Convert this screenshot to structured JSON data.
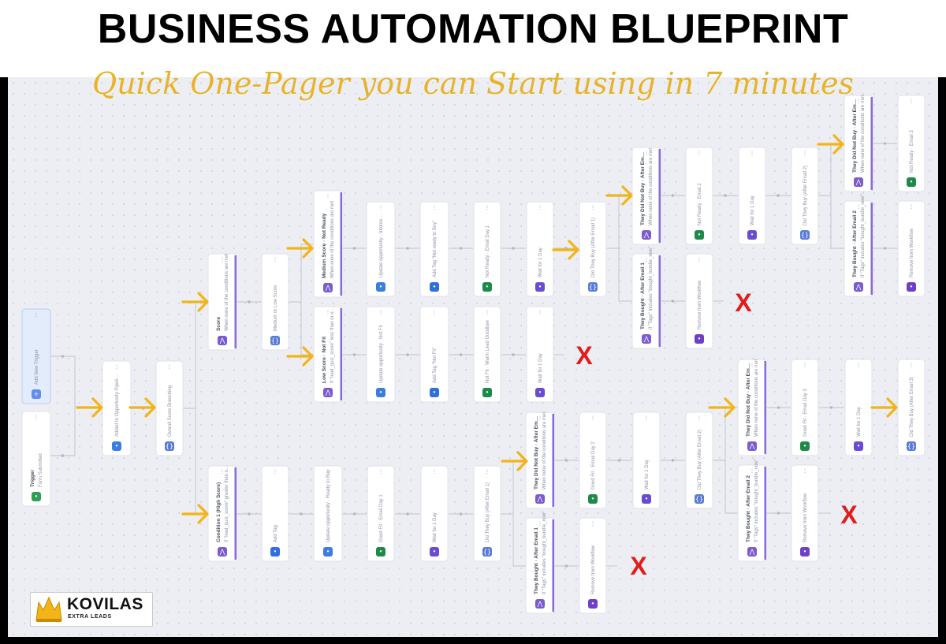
{
  "header": {
    "title": "BUSINESS AUTOMATION BLUEPRINT",
    "subtitle": "Quick One-Pager you can Start using in 7 minutes"
  },
  "logo": {
    "name": "KOVILAS",
    "tagline": "EXTRA LEADS"
  },
  "colors": {
    "arrow": "#f2b416",
    "stop_mark": "#e21b1b",
    "node_border": "#dfe2ea",
    "condition_accent": "#8a6ad8",
    "connector": "#c9ccd5"
  },
  "nodes": [
    {
      "id": "trigger",
      "heading": "Trigger",
      "label": "Form Submitted",
      "icon": "green-form-icon"
    },
    {
      "id": "add-trigger",
      "heading": "",
      "label": "Add New Trigger",
      "icon": "plus-icon"
    },
    {
      "id": "add-opportunity",
      "heading": "",
      "label": "Added to Opportunity Pipeli…",
      "icon": "blue-pipeline-icon"
    },
    {
      "id": "overall-branching",
      "heading": "",
      "label": "Overall Score Branching",
      "icon": "branch-icon"
    },
    {
      "id": "score",
      "heading": "Score",
      "label": "When none of the conditions are met",
      "icon": "condition-icon"
    },
    {
      "id": "medium-low",
      "heading": "",
      "label": "Medium or Low Score",
      "icon": "branch-icon"
    },
    {
      "id": "medium-score",
      "heading": "Medium Score · Not Ready",
      "label": "When none of the conditions are met",
      "icon": "condition-icon"
    },
    {
      "id": "update-opp-1",
      "heading": "",
      "label": "Update opportunity · Interes…",
      "icon": "blue-pipeline-icon"
    },
    {
      "id": "add-tag-1",
      "heading": "",
      "label": "Add Tag \"Not ready to Buy\"",
      "icon": "tag-icon"
    },
    {
      "id": "not-ready-email-1",
      "heading": "",
      "label": "Not Ready · Email Day 1",
      "icon": "green-email-icon"
    },
    {
      "id": "wait-1",
      "heading": "",
      "label": "Wait for 1 Day",
      "icon": "wait-icon"
    },
    {
      "id": "did-buy-1",
      "heading": "",
      "label": "Did They Buy (After Email 1)",
      "icon": "branch-icon"
    },
    {
      "id": "did-not-buy-1",
      "heading": "They Did Not Buy · After Em…",
      "label": "When none of the conditions are met",
      "icon": "condition-icon"
    },
    {
      "id": "not-ready-email-2",
      "heading": "",
      "label": "Not Ready · Email 2",
      "icon": "green-email-icon"
    },
    {
      "id": "wait-2",
      "heading": "",
      "label": "Wait for 1 Day",
      "icon": "wait-icon"
    },
    {
      "id": "did-buy-2",
      "heading": "",
      "label": "Did They Buy (After Email 2)",
      "icon": "branch-icon"
    },
    {
      "id": "did-not-buy-2",
      "heading": "They Did Not Buy · After Em…",
      "label": "When none of the conditions are met",
      "icon": "condition-icon"
    },
    {
      "id": "not-ready-email-3",
      "heading": "",
      "label": "Not Ready · Email 3",
      "icon": "green-email-icon"
    },
    {
      "id": "bought-1",
      "heading": "They Bought · After Email 1",
      "label": "If \"Tags\" includes \"bought_bundle_now\"",
      "icon": "condition-icon"
    },
    {
      "id": "remove-1",
      "heading": "",
      "label": "Remove from Workflow",
      "icon": "remove-icon"
    },
    {
      "id": "bought-2",
      "heading": "They Bought · After Email 2",
      "label": "If \"Tags\" includes \"bought_bundle_now\"",
      "icon": "condition-icon"
    },
    {
      "id": "remove-2",
      "heading": "",
      "label": "Remove from Workflow",
      "icon": "remove-icon"
    },
    {
      "id": "low-score",
      "heading": "Low Score · Not Fit",
      "label": "If \"lead_quiz_score\" less than or e…",
      "icon": "condition-icon"
    },
    {
      "id": "update-opp-2",
      "heading": "",
      "label": "Update opportunity · Not Fit",
      "icon": "blue-pipeline-icon"
    },
    {
      "id": "add-tag-2",
      "heading": "",
      "label": "Add Tag \"Not Fit\"",
      "icon": "tag-icon"
    },
    {
      "id": "not-fit-email",
      "heading": "",
      "label": "Not Fit · Warm Lead Goodbye",
      "icon": "green-email-icon"
    },
    {
      "id": "wait-3",
      "heading": "",
      "label": "Wait for 1 Day",
      "icon": "wait-icon"
    },
    {
      "id": "condition-high",
      "heading": "Condition 1 (High Score)",
      "label": "If \"lead_quiz_score\" greater than o…",
      "icon": "condition-icon"
    },
    {
      "id": "add-tag-3",
      "heading": "",
      "label": "Add Tag",
      "icon": "tag-icon"
    },
    {
      "id": "update-opp-3",
      "heading": "",
      "label": "Update opportunity · Ready to Buy",
      "icon": "blue-pipeline-icon"
    },
    {
      "id": "good-fit-email-1",
      "heading": "",
      "label": "Good Fit · Email Day 1",
      "icon": "green-email-icon"
    },
    {
      "id": "wait-4",
      "heading": "",
      "label": "Wait for 1 Day",
      "icon": "wait-icon"
    },
    {
      "id": "did-buy-3",
      "heading": "",
      "label": "Did They Buy (After Email 1)",
      "icon": "branch-icon"
    },
    {
      "id": "did-not-buy-3",
      "heading": "They Did Not Buy · After Em…",
      "label": "When none of the conditions are met",
      "icon": "condition-icon"
    },
    {
      "id": "good-fit-email-2",
      "heading": "",
      "label": "Good Fit · Email Day 2",
      "icon": "green-email-icon"
    },
    {
      "id": "wait-5",
      "heading": "",
      "label": "Wait for 1 Day",
      "icon": "wait-icon"
    },
    {
      "id": "did-buy-4",
      "heading": "",
      "label": "Did They Buy (After Email 2)",
      "icon": "branch-icon"
    },
    {
      "id": "did-not-buy-4",
      "heading": "They Did Not Buy · After Em…",
      "label": "When none of the conditions are met",
      "icon": "condition-icon"
    },
    {
      "id": "good-fit-email-3",
      "heading": "",
      "label": "Good Fit · Email Day 3",
      "icon": "green-email-icon"
    },
    {
      "id": "wait-6",
      "heading": "",
      "label": "Wait for 1 Day",
      "icon": "wait-icon"
    },
    {
      "id": "did-buy-5",
      "heading": "",
      "label": "Did They Buy (After Email 3)",
      "icon": "branch-icon"
    },
    {
      "id": "bought-3",
      "heading": "They Bought · After Email 1",
      "label": "If \"Tags\" includes \"bought_bundle_now\"",
      "icon": "condition-icon"
    },
    {
      "id": "remove-3",
      "heading": "",
      "label": "Remove from Workflow",
      "icon": "remove-icon"
    },
    {
      "id": "bought-4",
      "heading": "They Bought · After Email 2",
      "label": "If \"Tags\" includes \"bought_bundle_now\"",
      "icon": "condition-icon"
    },
    {
      "id": "remove-4",
      "heading": "",
      "label": "Remove from Workflow",
      "icon": "remove-icon"
    }
  ],
  "stop_mark_text": "X"
}
